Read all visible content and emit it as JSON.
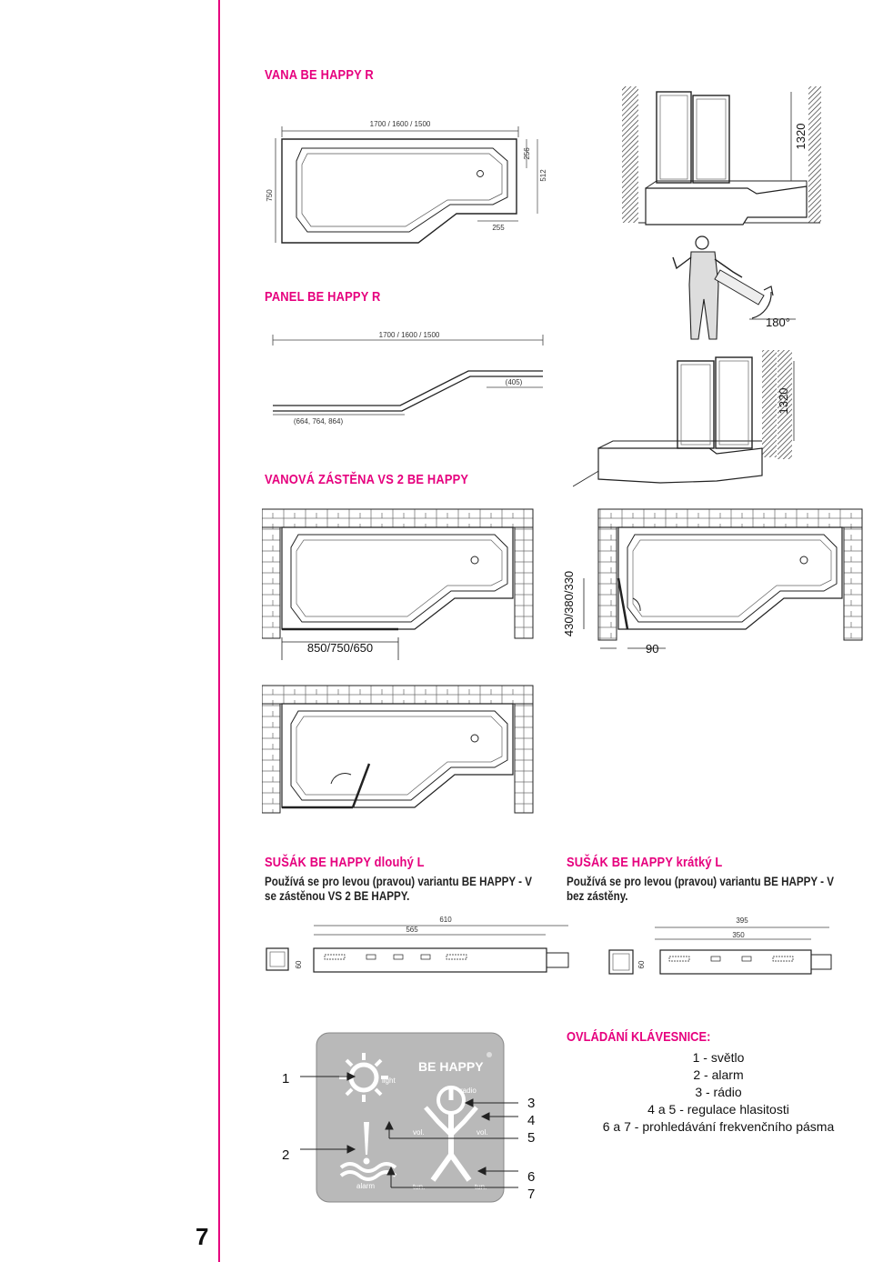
{
  "page_number": "7",
  "sections": {
    "vana_title": "VANA BE HAPPY R",
    "panel_title": "PANEL BE HAPPY R",
    "zastena_title": "VANOVÁ ZÁSTĚNA VS 2  BE HAPPY",
    "susak_long_title": "SUŠÁK BE HAPPY dlouhý L",
    "susak_long_desc_1": "Používá  se pro levou (pravou) variantu BE HAPPY - V",
    "susak_long_desc_2": "se zástěnou VS 2 BE HAPPY.",
    "susak_short_title": "SUŠÁK BE HAPPY krátký L",
    "susak_short_desc_1": "Používá  se pro levou (pravou) variantu BE HAPPY - V",
    "susak_short_desc_2": "bez zástěny."
  },
  "dimensions": {
    "vana_length": "1700 / 1600 / 1500",
    "vana_width": "750",
    "vana_256": "256",
    "vana_512": "512",
    "vana_255": "255",
    "h1320_a": "1320",
    "h1320_b": "1320",
    "angle": "180°",
    "panel_length": "1700 / 1600 / 1500",
    "panel_405": "(405)",
    "panel_664": "(664, 764, 864)",
    "zastena_width": "850/750/650",
    "zastena_depth": "430/380/330",
    "zastena_90": "90",
    "susak_long_610": "610",
    "susak_long_565": "565",
    "susak_long_60": "60",
    "susak_short_395": "395",
    "susak_short_350": "350",
    "susak_short_60": "60"
  },
  "keypad": {
    "brand": "BE HAPPY",
    "light": "light",
    "radio": "radio",
    "vol_left": "vol.",
    "vol_right": "vol.",
    "alarm": "alarm",
    "tun_left": "tun.",
    "tun_right": "tun.",
    "callouts": [
      "1",
      "2",
      "3",
      "4",
      "5",
      "6",
      "7"
    ]
  },
  "controls": {
    "title": "OVLÁDÁNÍ KLÁVESNICE:",
    "items": [
      "1 - světlo",
      "2 - alarm",
      "3 - rádio",
      "4 a 5 - regulace hlasitosti",
      "6 a 7 - prohledávání frekvenčního pásma"
    ]
  },
  "colors": {
    "accent": "#e6007e",
    "line": "#222222",
    "keypad": "#b9b9b9"
  }
}
